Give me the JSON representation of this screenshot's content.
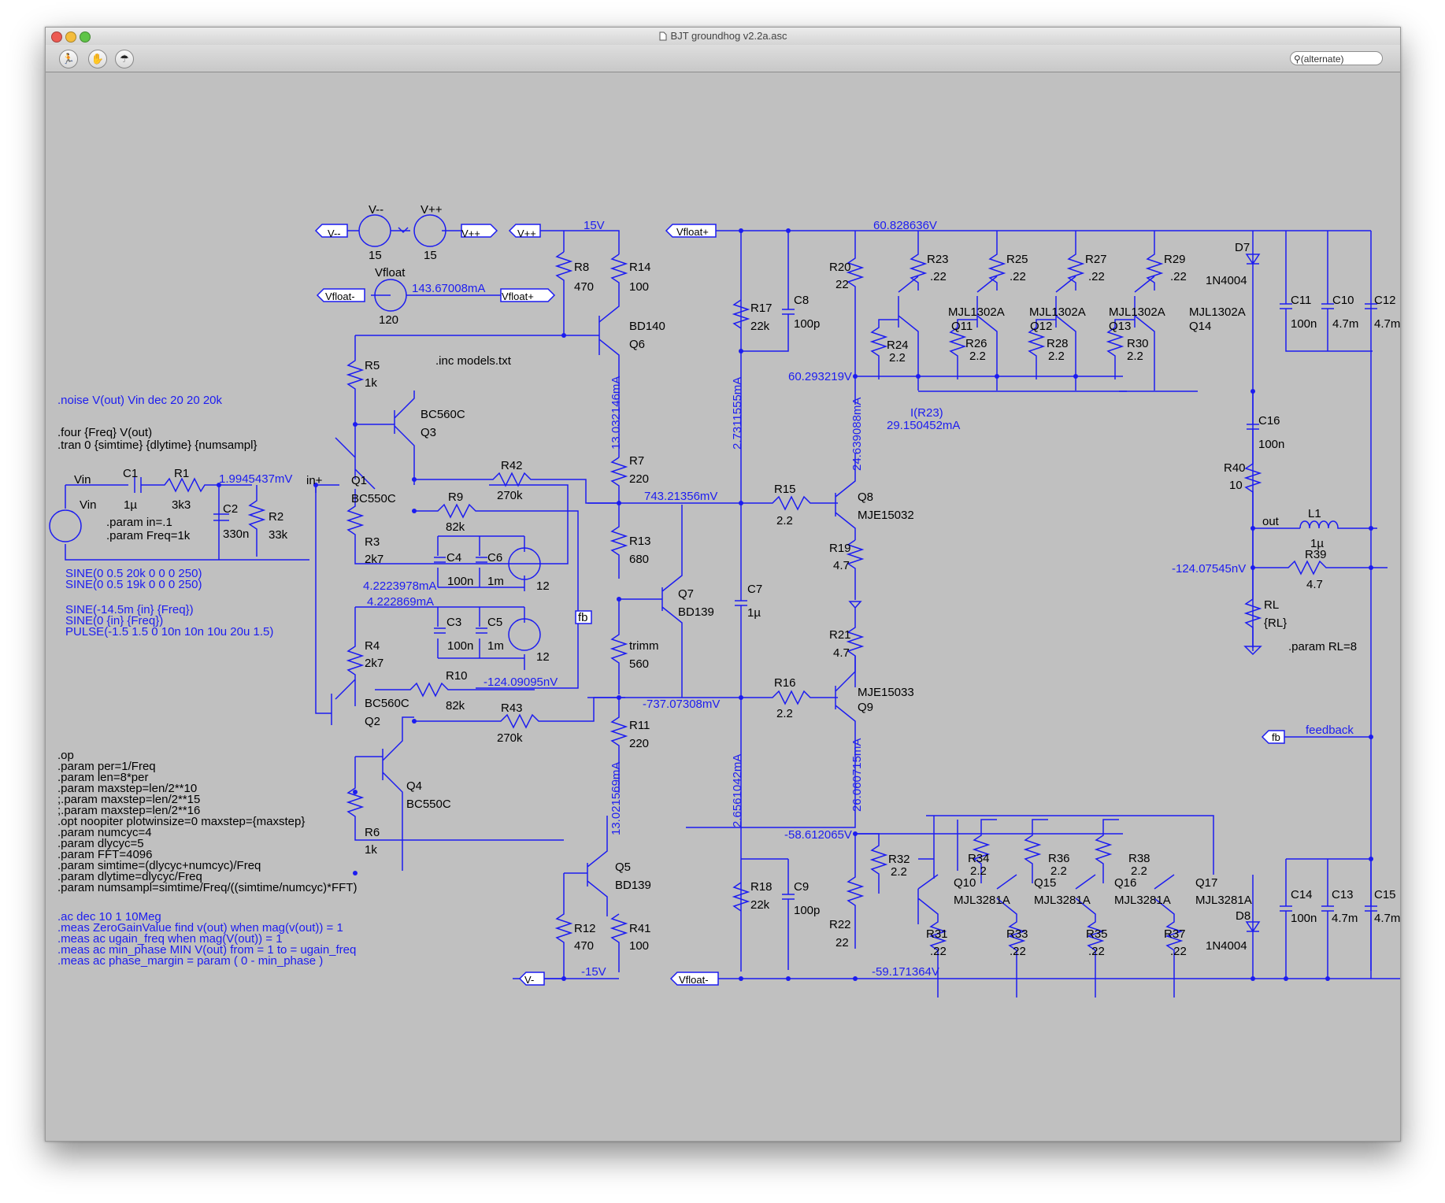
{
  "window": {
    "title": "BJT groundhog v2.2a.asc",
    "search_placeholder": "(alternate)",
    "toolbar": [
      {
        "name": "run-icon",
        "glyph": "🏃"
      },
      {
        "name": "halt-icon",
        "glyph": "✋"
      },
      {
        "name": "probe-icon",
        "glyph": "☂"
      }
    ]
  },
  "colors": {
    "canvas": "#c0c0c0",
    "wire": "#1c1cf0",
    "text": "#000000"
  },
  "directives": {
    "noise": ".noise V(out) Vin dec 20 20 20k",
    "four": ".four {Freq} V(out)",
    "tran": ".tran 0 {simtime} {dlytime} {numsampl}",
    "inc": ".inc models.txt",
    "param_in": ".param in=.1",
    "param_freq": ".param Freq=1k",
    "param_rl": ".param RL=8",
    "sources": [
      "SINE(0 0.5 20k 0 0 0 250)",
      "SINE(0 0.5 19k 0 0 0 250)",
      "",
      "SINE(-14.5m {in} {Freq})",
      "SINE(0 {in} {Freq})",
      "PULSE(-1.5 1.5 0 10n 10n 10u 20u 1.5)"
    ],
    "op_block": [
      ".op",
      ".param per=1/Freq",
      ".param len=8*per",
      ".param maxstep=len/2**10",
      ";.param maxstep=len/2**15",
      ";.param maxstep=len/2**16",
      ".opt noopiter plotwinsize=0 maxstep={maxstep}",
      ".param numcyc=4",
      ".param dlycyc=5",
      ".param FFT=4096",
      ".param simtime=(dlycyc+numcyc)/Freq",
      ".param dlytime=dlycyc/Freq",
      ".param numsampl=simtime/Freq/((simtime/numcyc)*FFT)"
    ],
    "ac_block": [
      ".ac dec 10 1 10Meg",
      ".meas ZeroGainValue find v(out) when mag(v(out)) = 1",
      ".meas ac ugain_freq when mag(V(out)) = 1",
      ".meas ac min_phase MIN V(out) from = 1 to = ugain_freq",
      ".meas ac phase_margin = param ( 0 - min_phase )"
    ]
  },
  "op_labels": {
    "v_15": "15V",
    "v_m15": "-15V",
    "vfloat_top": "60.828636V",
    "vfloat_bot": "-59.171364V",
    "n_60_29": "60.293219V",
    "n_m58_61": "-58.612065V",
    "i_vfloat": "143.67008mA",
    "n_in": "1.9945437mV",
    "n_743": "743.21356mV",
    "n_m737": "-737.07308mV",
    "i_r7": "13.032146mA",
    "i_r11": "13.021569mA",
    "i_r17": "2.7311555mA",
    "i_r18": "2.6561042mA",
    "i_q8": "24.639088mA",
    "i_q9": "26.060715mA",
    "i_r23_name": "I(R23)",
    "i_r23": "29.150452mA",
    "n_4222": "4.2223978mA",
    "n_4222b": "4.222869mA",
    "n_m124_09": "-124.09095nV",
    "n_m124_07": "-124.07545nV"
  },
  "labels": {
    "vmm": "V--",
    "vpp": "V++",
    "vmm_val": "15",
    "vpp_val": "15",
    "vfloat": "Vfloat",
    "vfloat_val": "120",
    "vfm": "Vfloat-",
    "vfp": "Vfloat+",
    "vpp_flag": "V++",
    "vm_flag": "V--",
    "vpp_flag2": "V++",
    "vm_flag2": "V--",
    "vin": "Vin",
    "vin2": "Vin",
    "inp": "in+",
    "c1": "C1",
    "c1v": "1µ",
    "r1": "R1",
    "r1v": "3k3",
    "c2": "C2",
    "c2v": "330n",
    "r2": "R2",
    "r2v": "33k",
    "r8": "R8",
    "r8v": "470",
    "r14": "R14",
    "r14v": "100",
    "q6": "Q6",
    "q6m": "BD140",
    "r5": "R5",
    "r5v": "1k",
    "q3": "Q3",
    "q3m": "BC560C",
    "q1": "Q1",
    "q1m": "BC550C",
    "r42": "R42",
    "r42v": "270k",
    "r9": "R9",
    "r9v": "82k",
    "r3": "R3",
    "r3v": "2k7",
    "c4": "C4",
    "c4v": "100n",
    "c6": "C6",
    "c6v": "1m",
    "v12a": "12",
    "c3": "C3",
    "c3v": "100n",
    "c5": "C5",
    "c5v": "1m",
    "v12b": "12",
    "fb": "fb",
    "r4": "R4",
    "r4v": "2k7",
    "q2": "Q2",
    "q2m": "BC560C",
    "r10": "R10",
    "r10v": "82k",
    "r43": "R43",
    "r43v": "270k",
    "q4": "Q4",
    "q4m": "BC550C",
    "r6": "R6",
    "r6v": "1k",
    "r7": "R7",
    "r7v": "220",
    "r13": "R13",
    "r13v": "680",
    "q7": "Q7",
    "q7m": "BD139",
    "trimm": "trimm",
    "trimmv": "560",
    "r11": "R11",
    "r11v": "220",
    "q5": "Q5",
    "q5m": "BD139",
    "r12": "R12",
    "r12v": "470",
    "r41": "R41",
    "r41v": "100",
    "vminus": "V-",
    "r17": "R17",
    "r17v": "22k",
    "c8": "C8",
    "c8v": "100p",
    "c7": "C7",
    "c7v": "1µ",
    "r18": "R18",
    "r18v": "22k",
    "c9": "C9",
    "c9v": "100p",
    "r15": "R15",
    "r15v": "2.2",
    "r16": "R16",
    "r16v": "2.2",
    "q8": "Q8",
    "q8m": "MJE15032",
    "q9": "Q9",
    "q9m": "MJE15033",
    "r19": "R19",
    "r19v": "4.7",
    "r21": "R21",
    "r21v": "4.7",
    "r20": "R20",
    "r20v": "22",
    "r22": "R22",
    "r22v": "22",
    "r23": "R23",
    "r23v": ".22",
    "r25": "R25",
    "r25v": ".22",
    "r27": "R27",
    "r27v": ".22",
    "r29": "R29",
    "r29v": ".22",
    "q11": "Q11",
    "q12": "Q12",
    "q13": "Q13",
    "q14": "Q14",
    "mjl1302": "MJL1302A",
    "r24": "R24",
    "r26": "R26",
    "r28": "R28",
    "r30": "R30",
    "v22": "2.2",
    "d7": "D7",
    "d7m": "1N4004",
    "d8": "D8",
    "d8m": "1N4004",
    "c11": "C11",
    "c11v": "100n",
    "c10": "C10",
    "c10v": "4.7m",
    "c12": "C12",
    "c12v": "4.7m",
    "c16": "C16",
    "c16v": "100n",
    "r40": "R40",
    "r40v": "10",
    "out": "out",
    "l1": "L1",
    "l1v": "1µ",
    "r39": "R39",
    "r39v": "4.7",
    "rl": "RL",
    "rlv": "{RL}",
    "feedback": "feedback",
    "r32": "R32",
    "r34": "R34",
    "r36": "R36",
    "r38": "R38",
    "q10": "Q10",
    "q15": "Q15",
    "q16": "Q16",
    "q17": "Q17",
    "mjl3281": "MJL3281A",
    "r31": "R31",
    "r33": "R33",
    "r35": "R35",
    "r37": "R37",
    "c14": "C14",
    "c14v": "100n",
    "c13": "C13",
    "c13v": "4.7m",
    "c15": "C15",
    "c15v": "4.7m",
    "vfm2": "Vfloat-",
    "vfp2": "Vfloat+"
  }
}
